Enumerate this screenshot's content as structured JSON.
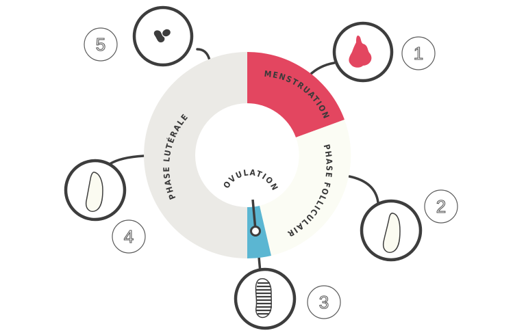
{
  "diagram": {
    "phases": [
      {
        "id": "menstruations",
        "label": "MENSTRUATIONS",
        "color": "#e34660",
        "text_color": "#3a3a3a"
      },
      {
        "id": "follicular",
        "label": "PHASE FOLLICULAIRE",
        "color": "#fbfcf4",
        "text_color": "#3a3a3a"
      },
      {
        "id": "ovulation",
        "label": "OVULATION",
        "color": "#5bb6d2",
        "text_color": "#3a3a3a"
      },
      {
        "id": "luteal",
        "label": "PHASE LUTÉRALE",
        "color": "#ebeae6",
        "text_color": "#3a3a3a"
      }
    ],
    "stages": [
      {
        "number": "1",
        "icon": "blood-drop-icon"
      },
      {
        "number": "2",
        "icon": "mucus-drop-icon"
      },
      {
        "number": "3",
        "icon": "striped-mucus-icon"
      },
      {
        "number": "4",
        "icon": "mucus-drop-icon"
      },
      {
        "number": "5",
        "icon": "clump-icon"
      }
    ],
    "colors": {
      "outline": "#3d3d3d",
      "accent": "#e34660",
      "ovulation": "#5bb6d2"
    }
  }
}
